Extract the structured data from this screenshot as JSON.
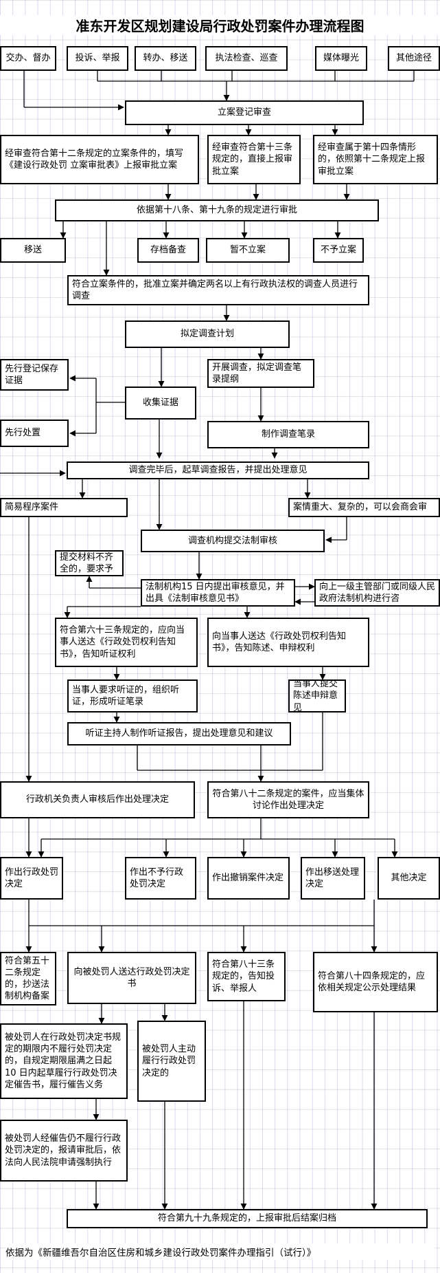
{
  "title": "准东开发区规划建设局行政处罚案件办理流程图",
  "sources": [
    "交办、督办",
    "投诉、举报",
    "转办、移送",
    "执法检查、巡查",
    "媒体曝光",
    "其他途径"
  ],
  "register": "立案登记审查",
  "review": {
    "art12": "经审查符合第十二条规定的立案条件的，填写《建设行政处罚 立案审批表》上报审批立案",
    "art13": "经审查符合第十三条规定的，直接上报审批立案",
    "art14": "经审查属于第十四条情形的，依照第十二条规定上报审批立案"
  },
  "approve_basis": "依据第十八条、第十九条的规定进行审批",
  "outcomes": [
    "移送",
    "存档备查",
    "暂不立案",
    "不予立案"
  ],
  "approved": "符合立案条件的，批准立案并确定两名以上有行政执法权的调查人员进行调查",
  "plan": "拟定调查计划",
  "preserve": "先行登记保存证据",
  "collect": "收集证据",
  "dispose": "先行处置",
  "start_investigation": "开展调查，拟定调查笔录提纲",
  "make_record": "制作调查笔录",
  "report": "调查完毕后，起草调查报告，并提出处理意见",
  "simple": "简易程序案件",
  "complex": "案情重大、复杂的，可以会商会审",
  "legal_review": "调查机构提交法制审核",
  "incomplete": "提交材料不齐全的，要求予",
  "legal_opinion": "法制机构15 日内提出审核意见，并出具《法制审核意见书》",
  "superior": "向上一级主管部门或同级人民政府法制机构进行咨",
  "hearing_notice": "符合第六十三条规定的，应向当事人送达《行政处罚权利告知书》，告知听证权利",
  "defense_notice": "向当事人送达《行政处罚权利告知书》，告知陈述、申辩权利",
  "hearing": "当事人要求听证的，组织听证，形成听证笔录",
  "statement": "当事人提交陈述申辩意见",
  "hearing_report": "听证主持人制作听证报告，提出处理意见和建议",
  "decide": "行政机关负责人审核后作出处理决定",
  "collective": "符合第八十二条规定的案件，应当集体讨论作出处理决定",
  "decisions": [
    "作出行政处罚决定",
    "作出不予行政处罚决定",
    "作出撤销案件决定",
    "作出移送处理决定",
    "其他决定"
  ],
  "copy_legal": "符合第五十二条规定的，抄送法制机构备案",
  "deliver": "向被处罚人送达行政处罚决定书",
  "inform": "符合第八十三条规定的，告知投诉、举报人",
  "publicize": "符合第八十四条规定的，应依相关规定公示处理结果",
  "overdue": "被处罚人在行政处罚决定书规定的期限内不履行处罚决定的，自规定期限届满之日起 10 日内起草履行行政处罚决定催告书，履行催告义务",
  "voluntary": "被处罚人主动履行行政处罚决定的",
  "enforce": "被处罚人经催告仍不履行行政处罚决定的，报请审批后，依法向人民法院申请强制执行",
  "close": "符合第九十九条规定的，上报审批后结案归档",
  "footer": "依据为《新疆维吾尔自治区住房和城乡建设行政处罚案件办理指引（试行）》"
}
